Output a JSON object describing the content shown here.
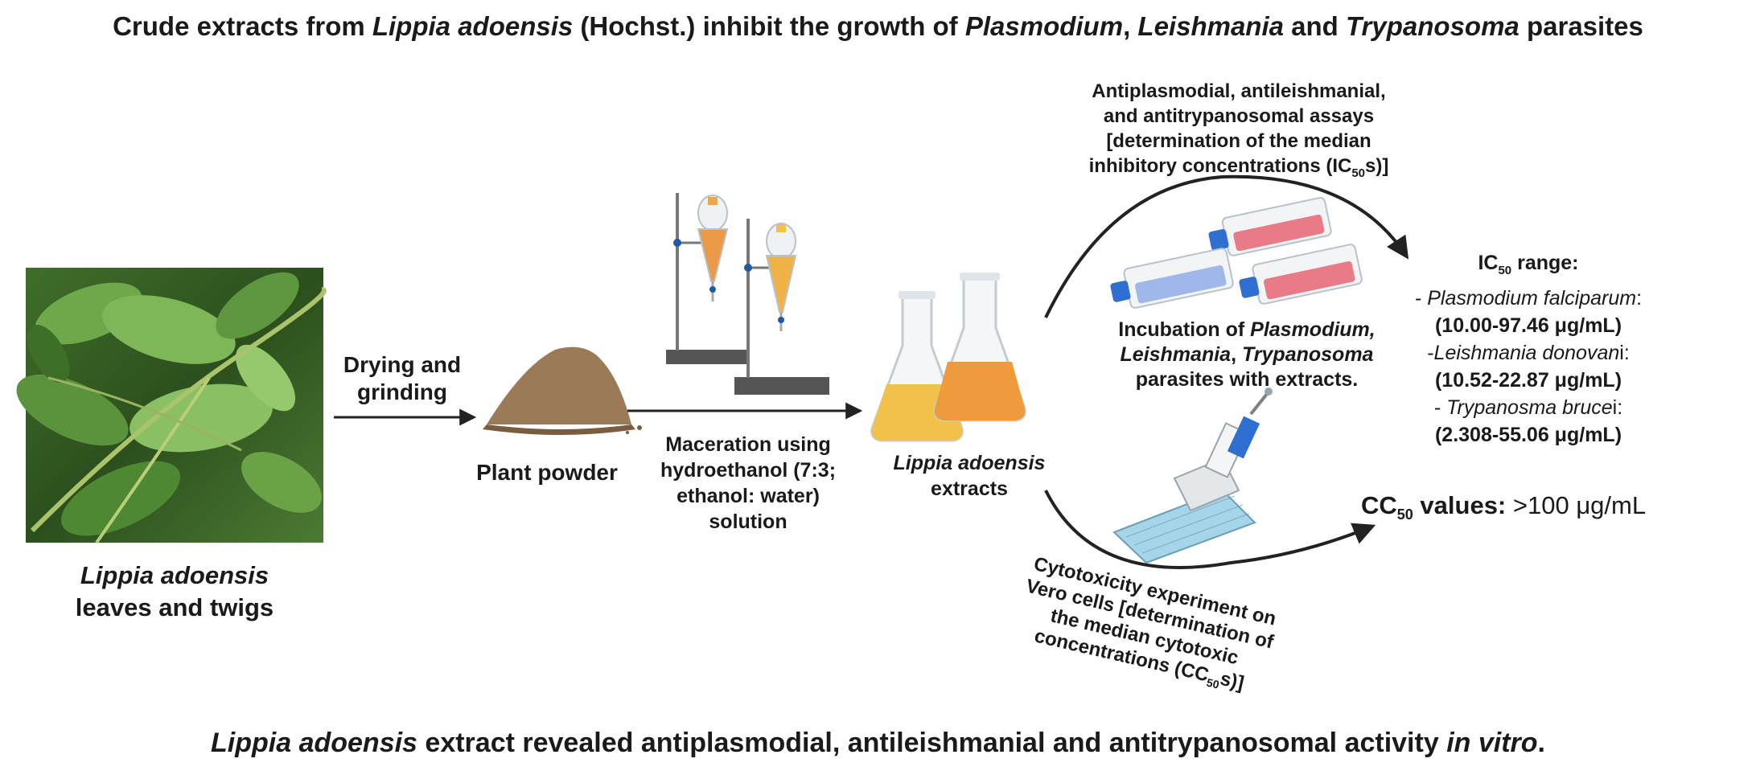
{
  "title": {
    "p1": "Crude extracts from ",
    "p2": "Lippia adoensis",
    "p3": " (Hochst.) inhibit the growth of ",
    "p4": "Plasmodium",
    "p5": ", ",
    "p6": "Leishmania",
    "p7": " and ",
    "p8": "Trypanosoma",
    "p9": " parasites"
  },
  "leaves": {
    "caption_line1": "Lippia adoensis",
    "caption_line2": "leaves and twigs"
  },
  "step_drying": {
    "line1": "Drying and",
    "line2": "grinding"
  },
  "plant_powder": {
    "label": "Plant powder"
  },
  "maceration": {
    "line1": "Maceration using",
    "line2": "hydroethanol (7:3;",
    "line3": "ethanol: water)",
    "line4": "solution"
  },
  "extracts": {
    "line1": "Lippia adoensis",
    "line2": "extracts"
  },
  "assays": {
    "line1": "Antiplasmodial, antileishmanial,",
    "line2": "and antitrypanosomal assays",
    "line3": "[determination of the median",
    "line4a": "inhibitory concentrations (IC",
    "line4sub": "50",
    "line4b": "s)]"
  },
  "incubation": {
    "l1a": "Incubation of ",
    "l1b": "Plasmodium,",
    "l2a": "Leishmania",
    "l2b": ", ",
    "l2c": "Trypanosoma",
    "l3": "parasites  with extracts."
  },
  "ic50": {
    "head_a": "IC",
    "head_sub": "50",
    "head_b": " range:",
    "pf_prefix": "- ",
    "pf_name": "Plasmodium falciparum",
    "pf_suffix": ":",
    "pf_range": "(10.00-97.46 μg/mL)",
    "ld_prefix": "-",
    "ld_name": "Leishmania donovan",
    "ld_suffix": "i:",
    "ld_range": "(10.52-22.87 μg/mL)",
    "tb_prefix": "- ",
    "tb_name": "Trypanosma bruce",
    "tb_suffix": "i:",
    "tb_range": "(2.308-55.06 μg/mL)"
  },
  "cc50": {
    "label_a": "CC",
    "label_sub": "50",
    "label_b": " values: ",
    "value": " >100  μg/mL"
  },
  "cytotox": {
    "line1": "Cytotoxicity experiment on",
    "line2": "Vero cells [determination of",
    "line3": "the median cytotoxic",
    "line4a": "concentrations (CC",
    "line4sub": "50",
    "line4b": "s)]"
  },
  "bottom": {
    "p1": "Lippia adoensis",
    "p2": " extract revealed antiplasmodial, antileishmanial and antitrypanosomal activity ",
    "p3": "in vitro",
    "p4": "."
  },
  "colors": {
    "leaf_dark": "#2e5a1e",
    "leaf_light": "#6fa84a",
    "powder": "#9b7a57",
    "flask_yellow": "#f2c14a",
    "flask_orange": "#ef9a3c",
    "culture_pink": "#e87b86",
    "culture_blue": "#9fb7ea",
    "cap_blue": "#2f6fd1",
    "arrow": "#222222"
  }
}
